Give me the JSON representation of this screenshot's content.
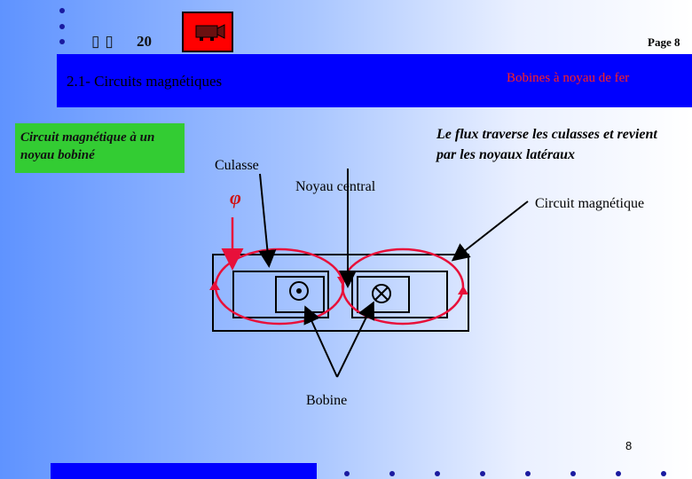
{
  "header": {
    "slide_number": "20",
    "glyph_placeholders": "▯▯",
    "page_label": "Page 8",
    "section_title": "2.1- Circuits magnétiques",
    "subtitle": "Bobines à noyau de fer"
  },
  "sidebar_label": "Circuit magnétique à un noyau bobiné",
  "diagram": {
    "label_culasse": "Culasse",
    "label_noyau_central": "Noyau central",
    "label_circuit": "Circuit magnétique",
    "label_bobine": "Bobine",
    "flux_symbol": "φ",
    "note": "Le flux traverse les culasses et revient par les noyaux latéraux"
  },
  "footer": {
    "page_number": "8"
  },
  "colors": {
    "header_bar": "#0000ff",
    "accent_red": "#ff0000",
    "label_green": "#33cc33",
    "flux_red": "#e8103a"
  },
  "icons": {
    "top_icon": "projector-icon"
  }
}
